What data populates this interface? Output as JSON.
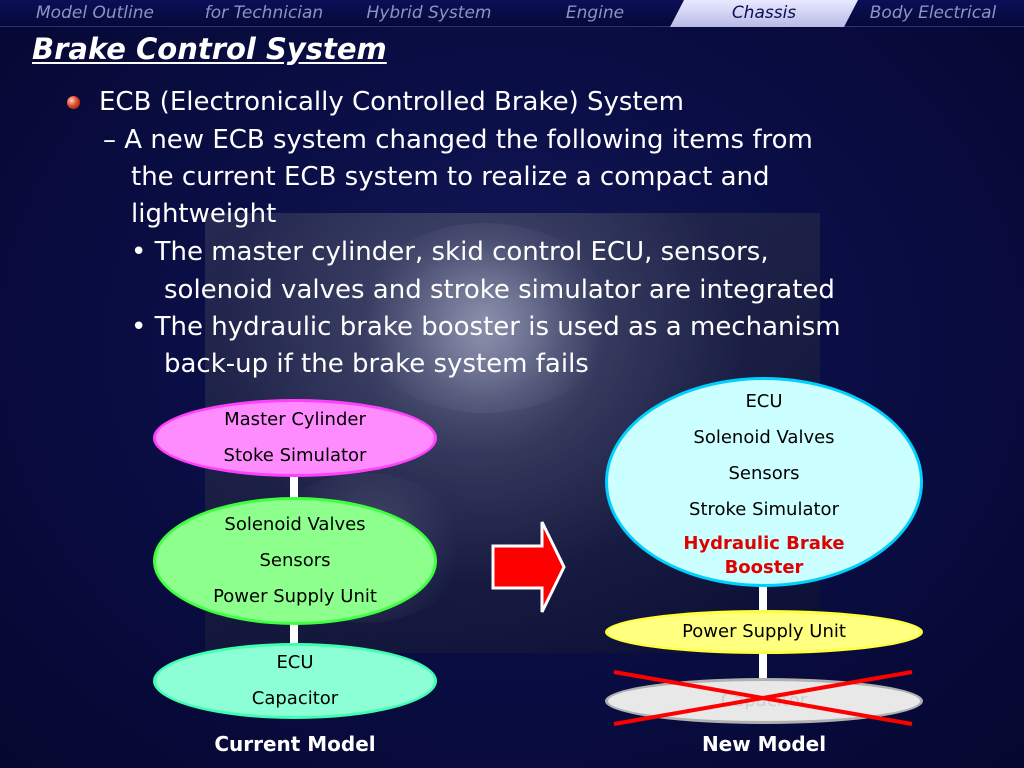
{
  "nav": {
    "items": [
      {
        "label": "Model Outline"
      },
      {
        "label": "for Technician"
      },
      {
        "label": "Hybrid System"
      },
      {
        "label": "Engine"
      },
      {
        "label": "Chassis"
      },
      {
        "label": "Body Electrical"
      }
    ],
    "active": "Chassis"
  },
  "title": "Brake Control System",
  "bullets": {
    "main": "ECB (Electronically Controlled Brake) System",
    "sub_lines": [
      "– A new ECB system changed the following items from",
      "the current ECB system to realize a compact and",
      "lightweight"
    ],
    "sub_bullets": [
      [
        "• The master cylinder, skid control ECU, sensors,",
        "solenoid valves and stroke simulator are integrated"
      ],
      [
        "• The hydraulic brake booster is used as a mechanism",
        "back-up if the brake system fails"
      ]
    ]
  },
  "current_model": {
    "label": "Current Model",
    "blocks": [
      {
        "items": [
          "Master Cylinder",
          "Stoke Simulator"
        ],
        "color": "#ff8cff",
        "border": "#ff40ff"
      },
      {
        "items": [
          "Solenoid Valves",
          "Sensors",
          "Power Supply Unit"
        ],
        "color": "#8cff8c",
        "border": "#40ff40"
      },
      {
        "items": [
          "ECU",
          "Capacitor"
        ],
        "color": "#8cffd6",
        "border": "#40ffb0"
      }
    ]
  },
  "new_model": {
    "label": "New Model",
    "main_block": {
      "items": [
        "ECU",
        "Solenoid Valves",
        "Sensors",
        "Stroke Simulator"
      ],
      "highlight": [
        "Hydraulic Brake",
        "Booster"
      ],
      "color": "#ccffff",
      "highlight_color": "#e00000"
    },
    "power_block": {
      "label": "Power Supply Unit",
      "color": "#ffff80"
    },
    "removed_block": {
      "label": "Capacitor",
      "color": "#e8e8e8",
      "cross_color": "#ff0000"
    }
  },
  "arrow": {
    "color": "#ff0000",
    "icon": "right-arrow-icon"
  }
}
